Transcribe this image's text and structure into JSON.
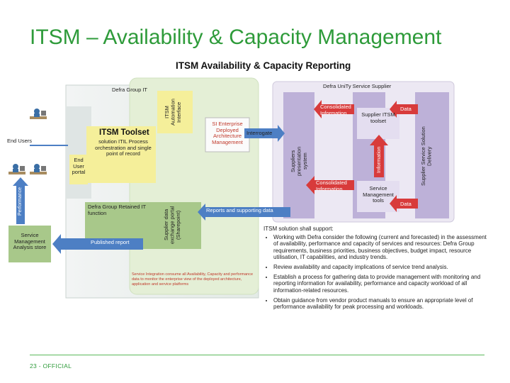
{
  "slide_title": "ITSM – Availability & Capacity Management",
  "diagram_title": "ITSM Availability & Capacity Reporting",
  "labels": {
    "defra_group_it": "Defra Group IT",
    "itsm_automation_interface": "ITSM Automation Interface",
    "itsm_toolset": "ITSM Toolset",
    "itsm_toolset_desc": "solution ITIL Process orchestration and single point of record",
    "end_users": "End Users",
    "end_user_portal": "End User portal",
    "performance": "Performance",
    "service_management_analysis": "Service Management Analysis store",
    "si_enterprise": "SI Enterprise Deployed Architecture Management",
    "interrogate": "Interrogate",
    "defra_retained": "Defra Group Retained IT function",
    "supplier_exchange_portal": "Supplier data exchange portal (Sharepoint)",
    "reports_supporting": "Reports and supporting data",
    "published_report": "Published report",
    "service_integration_note": "Service Integration consume all Availability, Capacity and performance data to monitor the enterprise view of the deployed architecture, application and service platforms",
    "defra_unity_supplier": "Defra UniTy Service Supplier",
    "consolidated_information_top": "Consolidated Information",
    "supplier_itsm_toolset": "Supplier ITSM toolset",
    "data_top": "Data",
    "suppliers_presentation": "Suppliers presentation system",
    "information": "Information",
    "supplier_service_solution_delivery": "Supplier Service Solution Delivery",
    "consolidated_information_bottom": "Consolidated Information",
    "service_management_tools": "Service Management tools",
    "data_bottom": "Data"
  },
  "support_text": {
    "heading": "ITSM solution shall support:",
    "bullets": [
      "Working with Defra consider the following (current and forecasted) in the assessment of availability, performance and capacity of services and resources: Defra Group requirements, business priorities, business objectives, budget impact, resource utilisation, IT capabilities, and industry trends.",
      "Review availability and capacity implications of service trend analysis.",
      "Establish a process for gathering data to provide management with monitoring and reporting information for availability, performance and capacity workload of all information-related resources.",
      "Obtain guidance from vendor product manuals to ensure an appropriate level of performance availability for peak processing and workloads."
    ]
  },
  "footer": "23 - OFFICIAL",
  "colors": {
    "title_green": "#2e9b3a",
    "yellow_box": "#f5ef9a",
    "olive_box": "#a8c88a",
    "light_green_panel": "#e4efd6",
    "lavender_panel": "#ece8f3",
    "purple_column": "#bdb1d8",
    "arrow_blue": "#4d7fc4",
    "arrow_red": "#d83b3b"
  }
}
